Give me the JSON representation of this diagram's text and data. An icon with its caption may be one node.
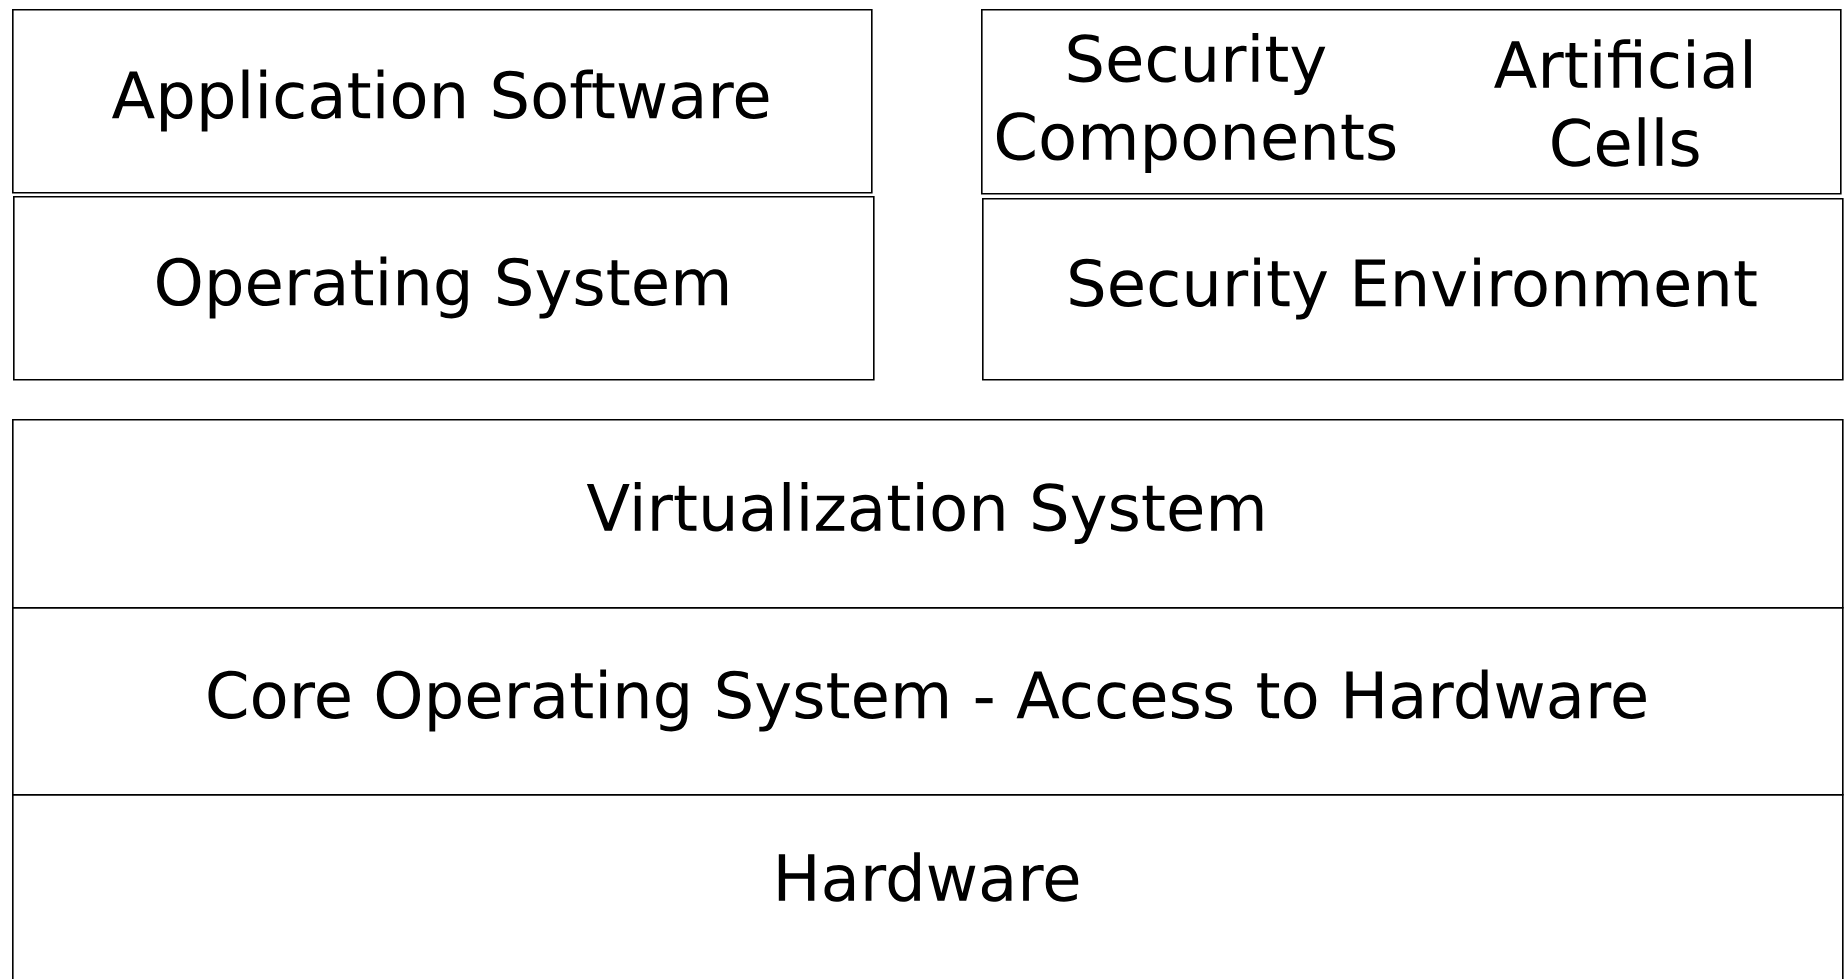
{
  "diagram": {
    "nodes": [
      {
        "text": [
          "Application Software"
        ]
      },
      {
        "text": [
          "Operating System"
        ]
      },
      {
        "text": [
          "Security Components",
          "Artificial Cells"
        ]
      },
      {
        "text": [
          "Security Environment"
        ]
      },
      {
        "text": [
          "Virtualization System"
        ]
      },
      {
        "text": [
          "Core Operating System - Access to Hardware"
        ]
      },
      {
        "text": [
          "Hardware"
        ]
      }
    ]
  }
}
